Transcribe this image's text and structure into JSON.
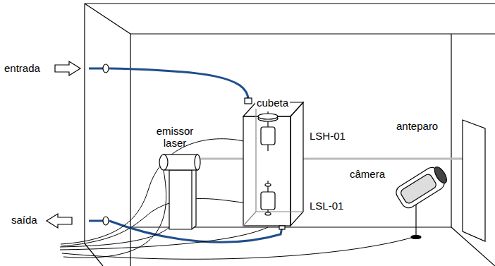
{
  "diagram": {
    "labels": [
      "entrada",
      "saída",
      "cubeta",
      "emissor laser",
      "LSH-01",
      "LSL-01",
      "anteparo",
      "câmera"
    ]
  }
}
